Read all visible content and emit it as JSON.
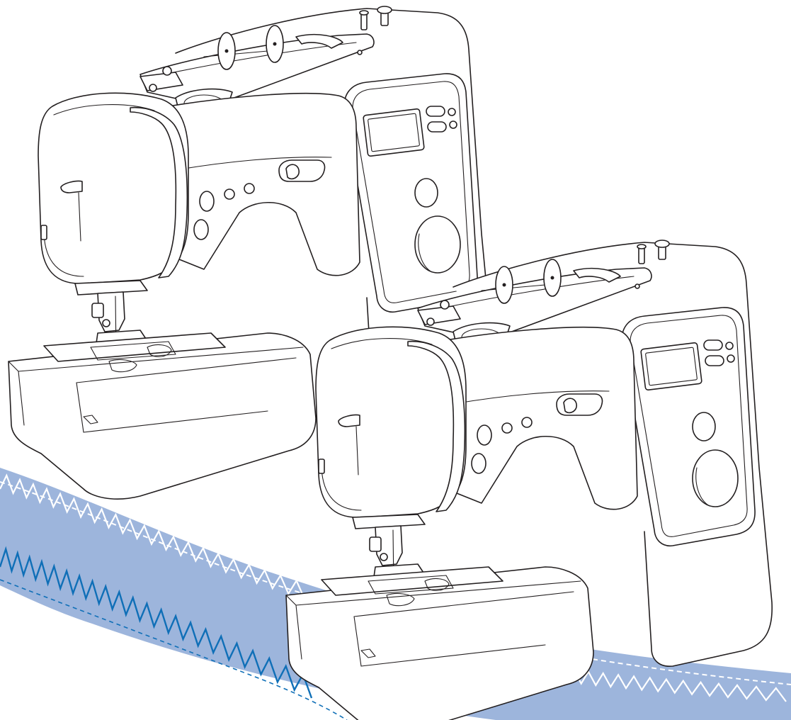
{
  "illustration": {
    "subject": "sewing-machine",
    "machine_count": 2,
    "background_color": "#ffffff",
    "line_color": "#231f20"
  },
  "ribbon": {
    "fill_color": "#9db5dc",
    "stitch_dark_color": "#0f6fb7",
    "stitch_light_color": "#ffffff",
    "stitch_pattern": "zigzag"
  }
}
